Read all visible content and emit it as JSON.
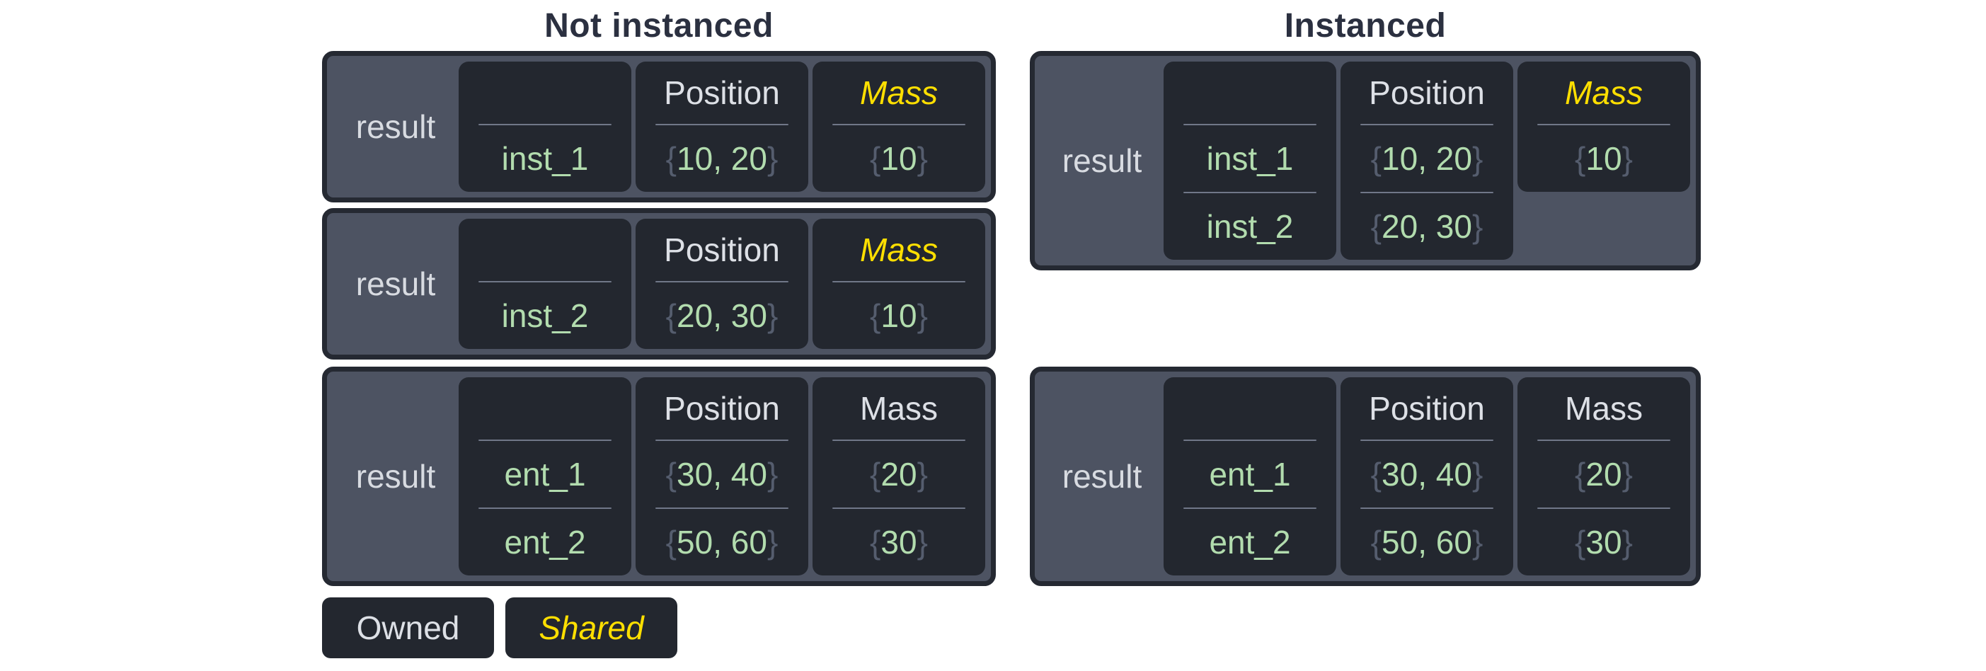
{
  "glyphs": {
    "brace_open": "{",
    "brace_close": "}"
  },
  "colors": {
    "shared_accent": "#ffdf00",
    "value_green": "#b2dcae",
    "brace_gray": "#555d6e",
    "box_bg": "#4d5362",
    "cell_bg": "#23272f",
    "border": "#252932",
    "title_text": "#2b3040"
  },
  "groups": {
    "left": {
      "title": "Not instanced",
      "boxes": [
        {
          "label": "result",
          "columns": [
            {
              "header": "",
              "shared": false,
              "short": false,
              "cells": [
                {
                  "text": "inst_1",
                  "braces": false
                }
              ]
            },
            {
              "header": "Position",
              "shared": false,
              "short": false,
              "cells": [
                {
                  "text": "10, 20",
                  "braces": true
                }
              ]
            },
            {
              "header": "Mass",
              "shared": true,
              "short": false,
              "cells": [
                {
                  "text": "10",
                  "braces": true
                }
              ]
            }
          ]
        },
        {
          "label": "result",
          "columns": [
            {
              "header": "",
              "shared": false,
              "short": false,
              "cells": [
                {
                  "text": "inst_2",
                  "braces": false
                }
              ]
            },
            {
              "header": "Position",
              "shared": false,
              "short": false,
              "cells": [
                {
                  "text": "20, 30",
                  "braces": true
                }
              ]
            },
            {
              "header": "Mass",
              "shared": true,
              "short": false,
              "cells": [
                {
                  "text": "10",
                  "braces": true
                }
              ]
            }
          ]
        },
        {
          "label": "result",
          "columns": [
            {
              "header": "",
              "shared": false,
              "short": false,
              "cells": [
                {
                  "text": "ent_1",
                  "braces": false
                },
                {
                  "text": "ent_2",
                  "braces": false
                }
              ]
            },
            {
              "header": "Position",
              "shared": false,
              "short": false,
              "cells": [
                {
                  "text": "30, 40",
                  "braces": true
                },
                {
                  "text": "50, 60",
                  "braces": true
                }
              ]
            },
            {
              "header": "Mass",
              "shared": false,
              "short": false,
              "cells": [
                {
                  "text": "20",
                  "braces": true
                },
                {
                  "text": "30",
                  "braces": true
                }
              ]
            }
          ]
        }
      ]
    },
    "right": {
      "title": "Instanced",
      "boxes": [
        {
          "label": "result",
          "columns": [
            {
              "header": "",
              "shared": false,
              "short": false,
              "cells": [
                {
                  "text": "inst_1",
                  "braces": false
                },
                {
                  "text": "inst_2",
                  "braces": false
                }
              ]
            },
            {
              "header": "Position",
              "shared": false,
              "short": false,
              "cells": [
                {
                  "text": "10, 20",
                  "braces": true
                },
                {
                  "text": "20, 30",
                  "braces": true
                }
              ]
            },
            {
              "header": "Mass",
              "shared": true,
              "short": true,
              "cells": [
                {
                  "text": "10",
                  "braces": true
                }
              ]
            }
          ]
        },
        {
          "label": "result",
          "columns": [
            {
              "header": "",
              "shared": false,
              "short": false,
              "cells": [
                {
                  "text": "ent_1",
                  "braces": false
                },
                {
                  "text": "ent_2",
                  "braces": false
                }
              ]
            },
            {
              "header": "Position",
              "shared": false,
              "short": false,
              "cells": [
                {
                  "text": "30, 40",
                  "braces": true
                },
                {
                  "text": "50, 60",
                  "braces": true
                }
              ]
            },
            {
              "header": "Mass",
              "shared": false,
              "short": false,
              "cells": [
                {
                  "text": "20",
                  "braces": true
                },
                {
                  "text": "30",
                  "braces": true
                }
              ]
            }
          ]
        }
      ]
    }
  },
  "legend": [
    {
      "label": "Owned",
      "shared": false
    },
    {
      "label": "Shared",
      "shared": true
    }
  ]
}
